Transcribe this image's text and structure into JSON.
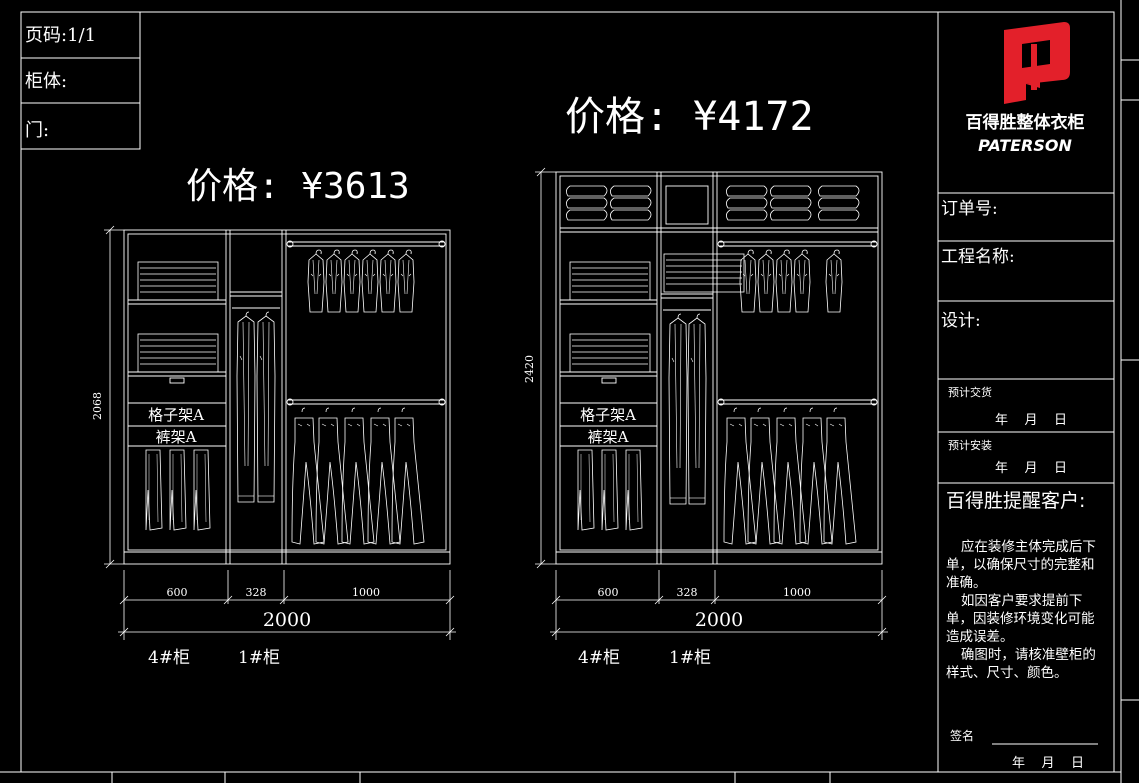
{
  "info_box": {
    "page": "页码:1/1",
    "cabinet": "柜体:",
    "door": "门:"
  },
  "title_block": {
    "brand_cn": "百得胜整体衣柜",
    "brand_en": "PATERSON",
    "order_no": "订单号:",
    "project_name": "工程名称:",
    "design": "设计:",
    "delivery_label": "预计交货",
    "install_label": "预计安装",
    "date_ymd": "年    月    日",
    "reminder_title": "百得胜提醒客户:",
    "reminder_p1": "应在装修主体完成后下单，以确保尺寸的完整和准确。",
    "reminder_p2": "如因客户要求提前下单，因装修环境变化可能造成误差。",
    "reminder_p3": "确图时，请核准壁柜的样式、尺寸、颜色。",
    "sign_label": "签名",
    "sign_date": "年    月    日"
  },
  "cabinets": [
    {
      "price": "价格: ¥3613",
      "height_dim": "2068",
      "width_total": "2000",
      "section_widths": [
        "600",
        "328",
        "1000"
      ],
      "grid_rack_label": "格子架A",
      "pants_rack_label": "裤架A",
      "cabinet_labels": [
        "4#柜",
        "1#柜"
      ]
    },
    {
      "price": "价格: ¥4172",
      "height_dim": "2420",
      "width_total": "2000",
      "section_widths": [
        "600",
        "328",
        "1000"
      ],
      "grid_rack_label": "格子架A",
      "pants_rack_label": "裤架A",
      "cabinet_labels": [
        "4#柜",
        "1#柜"
      ]
    }
  ],
  "colors": {
    "background": "#000000",
    "line": "#ffffff",
    "logo_red": "#e3202a"
  }
}
